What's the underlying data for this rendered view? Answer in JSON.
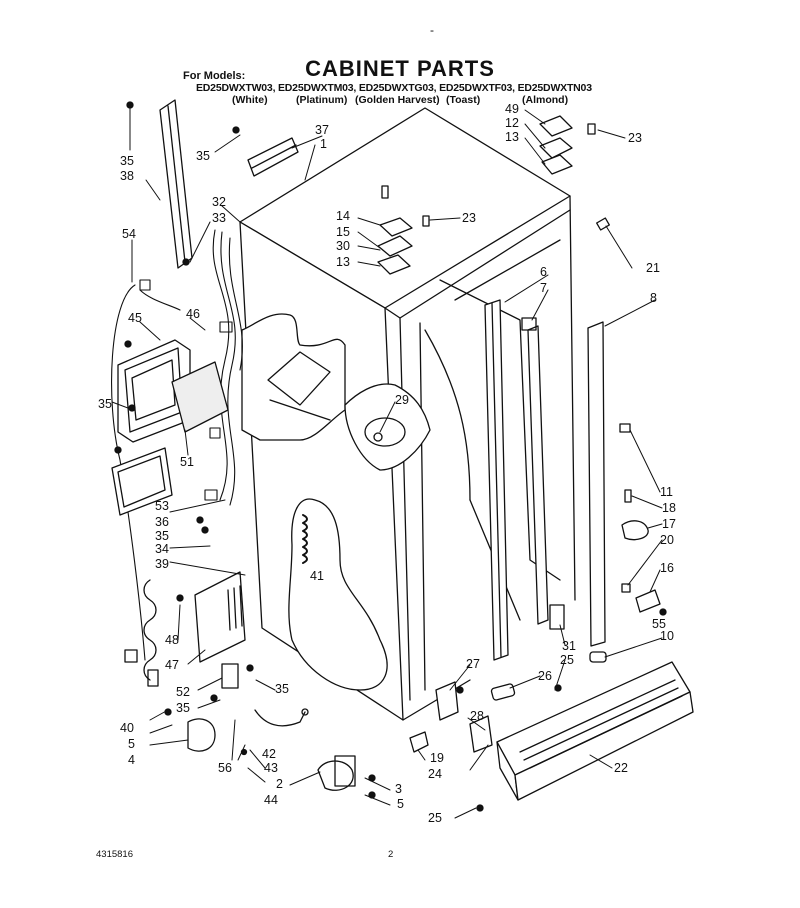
{
  "header": {
    "title": "CABINET PARTS",
    "models_label": "For Models:",
    "models": "ED25DWXTW03, ED25DWXTM03, ED25DWXTG03, ED25DWXTF03, ED25DWXTN03",
    "colors": [
      "(White)",
      "(Platinum)",
      "(Golden Harvest)",
      "(Toast)",
      "(Almond)"
    ],
    "tick": "-"
  },
  "footer": {
    "doc_number": "4315816",
    "page_number": "2"
  },
  "callouts": [
    {
      "id": "c35a",
      "text": "35"
    },
    {
      "id": "c38",
      "text": "38"
    },
    {
      "id": "c35b",
      "text": "35"
    },
    {
      "id": "c37",
      "text": "37"
    },
    {
      "id": "c1",
      "text": "1"
    },
    {
      "id": "c32",
      "text": "32"
    },
    {
      "id": "c33",
      "text": "33"
    },
    {
      "id": "c54",
      "text": "54"
    },
    {
      "id": "c45",
      "text": "45"
    },
    {
      "id": "c46",
      "text": "46"
    },
    {
      "id": "c35c",
      "text": "35"
    },
    {
      "id": "c51",
      "text": "51"
    },
    {
      "id": "c14",
      "text": "14"
    },
    {
      "id": "c15",
      "text": "15"
    },
    {
      "id": "c30",
      "text": "30"
    },
    {
      "id": "c13a",
      "text": "13"
    },
    {
      "id": "c23a",
      "text": "23"
    },
    {
      "id": "c49",
      "text": "49"
    },
    {
      "id": "c12",
      "text": "12"
    },
    {
      "id": "c13b",
      "text": "13"
    },
    {
      "id": "c23b",
      "text": "23"
    },
    {
      "id": "c21",
      "text": "21"
    },
    {
      "id": "c6",
      "text": "6"
    },
    {
      "id": "c7",
      "text": "7"
    },
    {
      "id": "c8",
      "text": "8"
    },
    {
      "id": "c29",
      "text": "29"
    },
    {
      "id": "c11",
      "text": "11"
    },
    {
      "id": "c18",
      "text": "18"
    },
    {
      "id": "c17",
      "text": "17"
    },
    {
      "id": "c20",
      "text": "20"
    },
    {
      "id": "c16",
      "text": "16"
    },
    {
      "id": "c55",
      "text": "55"
    },
    {
      "id": "c10",
      "text": "10"
    },
    {
      "id": "c53",
      "text": "53"
    },
    {
      "id": "c36",
      "text": "36"
    },
    {
      "id": "c35d",
      "text": "35"
    },
    {
      "id": "c34",
      "text": "34"
    },
    {
      "id": "c39",
      "text": "39"
    },
    {
      "id": "c41",
      "text": "41"
    },
    {
      "id": "c48",
      "text": "48"
    },
    {
      "id": "c47",
      "text": "47"
    },
    {
      "id": "c52",
      "text": "52"
    },
    {
      "id": "c35e",
      "text": "35"
    },
    {
      "id": "c35f",
      "text": "35"
    },
    {
      "id": "c40",
      "text": "40"
    },
    {
      "id": "c5a",
      "text": "5"
    },
    {
      "id": "c4",
      "text": "4"
    },
    {
      "id": "c56",
      "text": "56"
    },
    {
      "id": "c42",
      "text": "42"
    },
    {
      "id": "c43",
      "text": "43"
    },
    {
      "id": "c2",
      "text": "2"
    },
    {
      "id": "c44",
      "text": "44"
    },
    {
      "id": "c3",
      "text": "3"
    },
    {
      "id": "c5b",
      "text": "5"
    },
    {
      "id": "c25a",
      "text": "25"
    },
    {
      "id": "c19",
      "text": "19"
    },
    {
      "id": "c24",
      "text": "24"
    },
    {
      "id": "c28",
      "text": "28"
    },
    {
      "id": "c27",
      "text": "27"
    },
    {
      "id": "c26",
      "text": "26"
    },
    {
      "id": "c25b",
      "text": "25"
    },
    {
      "id": "c31",
      "text": "31"
    },
    {
      "id": "c22",
      "text": "22"
    }
  ]
}
